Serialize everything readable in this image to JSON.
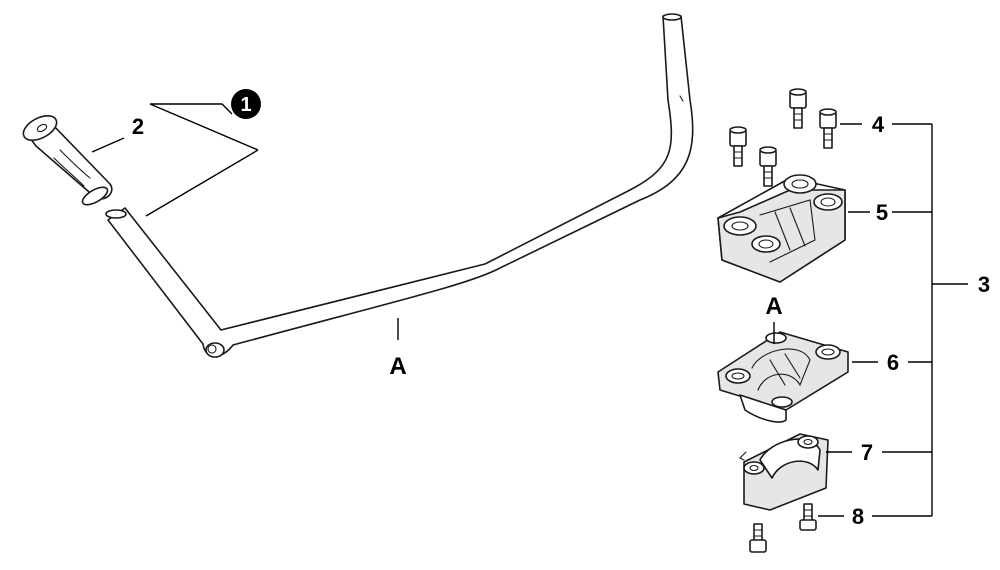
{
  "diagram": {
    "callouts": {
      "grip_badge": "1",
      "grip": "2",
      "clamp_assembly": "3",
      "screw_top": "4",
      "upper_clamp": "5",
      "middle_clamp": "6",
      "lower_clamp": "7",
      "screw_bottom": "8",
      "handlebar_marker": "A",
      "clamp_marker": "A"
    },
    "colors": {
      "line": "#000000",
      "badge_fill": "#000000",
      "badge_text": "#ffffff"
    }
  }
}
